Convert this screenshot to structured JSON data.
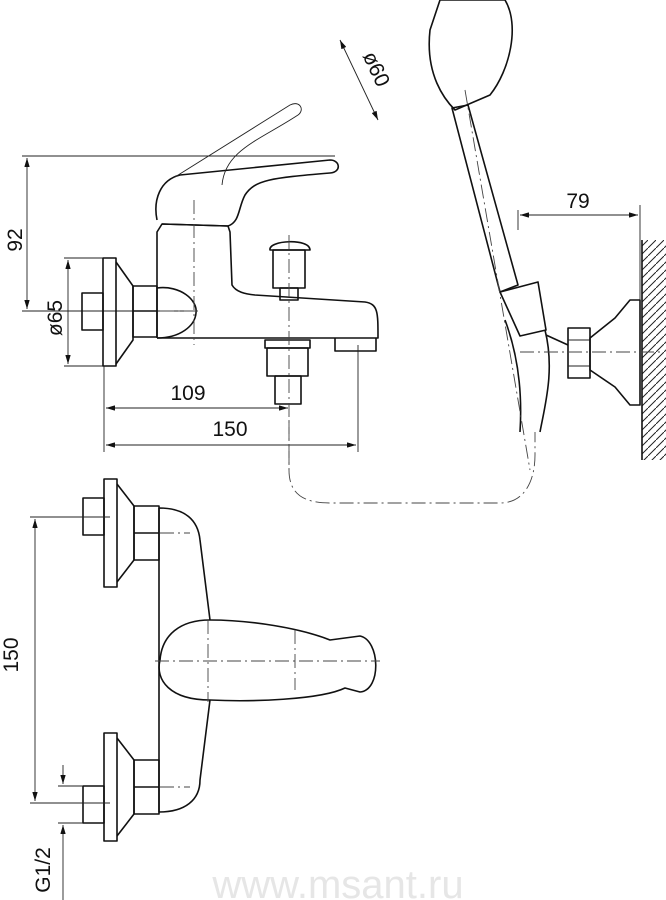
{
  "title": "Bath mixer technical drawing",
  "dimensions": {
    "height_lever": "92",
    "flange_diameter": "ø65",
    "diverter_offset": "109",
    "total_length": "150",
    "shower_head_diameter": "ø60",
    "holder_offset": "79",
    "center_distance": "150",
    "thread": "G1/2"
  },
  "watermark": "www.msant.ru"
}
